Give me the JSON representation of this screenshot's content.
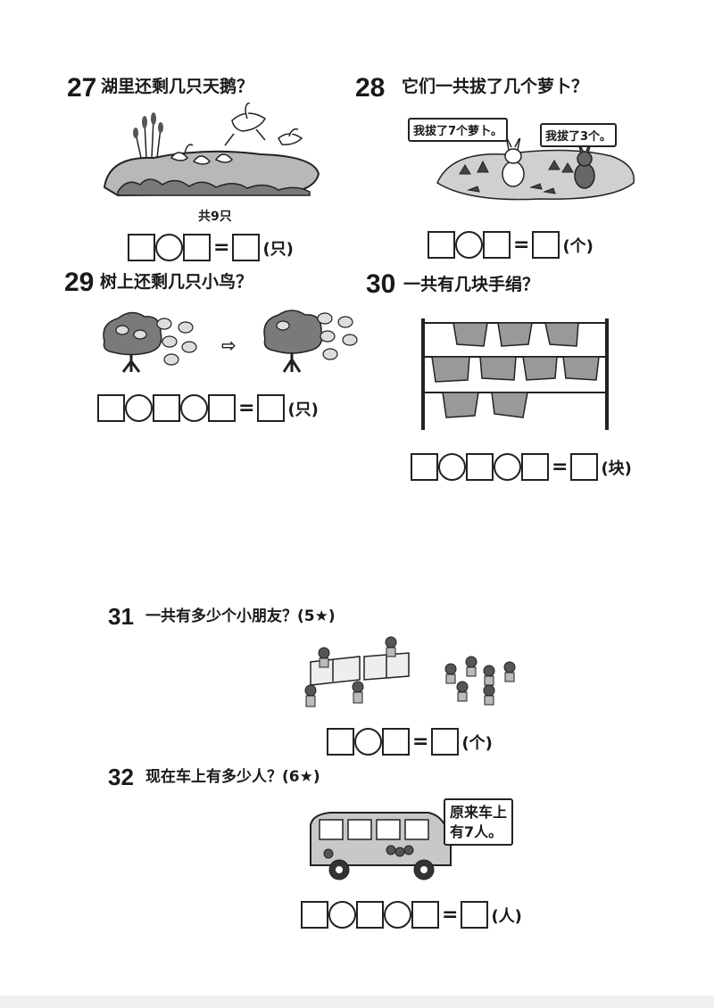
{
  "q27": {
    "num": "27",
    "text": "湖里还剩几只天鹅？",
    "caption": "共9只",
    "unit": "(只)"
  },
  "q28": {
    "num": "28",
    "text": "它们一共拔了几个萝卜？",
    "bubble1": "我拔了7个萝卜。",
    "bubble2": "我拔了3个。",
    "unit": "(个)"
  },
  "q29": {
    "num": "29",
    "text": "树上还剩几只小鸟？",
    "arrow": "⇨",
    "unit": "(只)"
  },
  "q30": {
    "num": "30",
    "text": "一共有几块手绢？",
    "unit": "(块)"
  },
  "q31": {
    "num": "31",
    "text": "一共有多少个小朋友？(5★)",
    "unit": "(个)"
  },
  "q32": {
    "num": "32",
    "text": "现在车上有多少人？(6★)",
    "bubble_line1": "原来车上",
    "bubble_line2": "有7人。",
    "unit": "(人)"
  },
  "symbols": {
    "equals": "="
  }
}
